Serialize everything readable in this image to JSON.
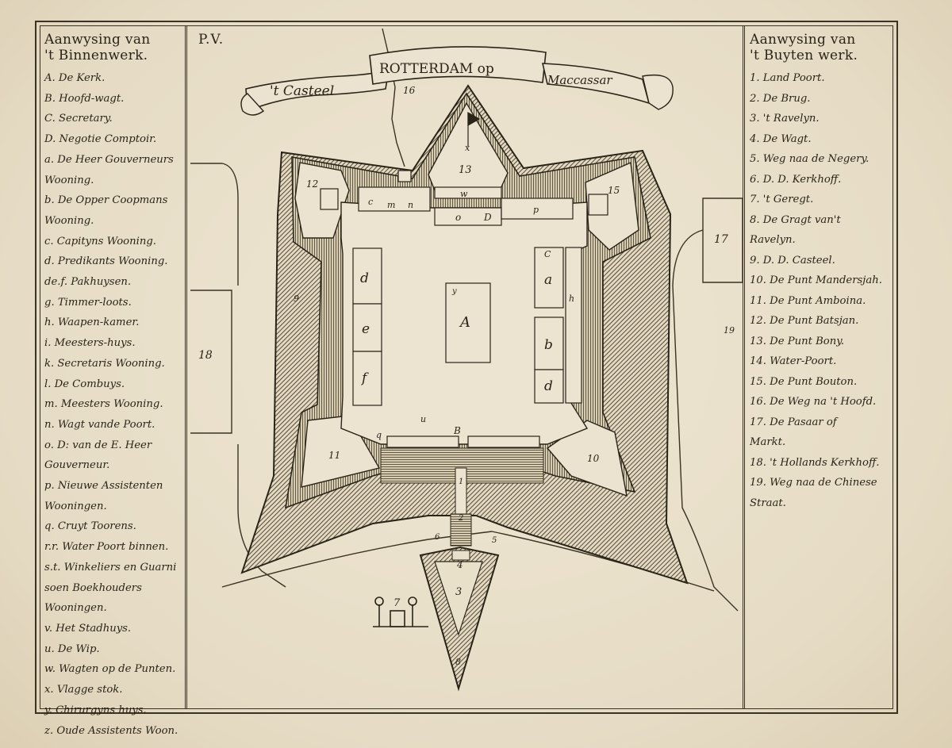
{
  "plate_number": "P.V.",
  "title": {
    "left": "'t Casteel",
    "center": "ROTTERDAM op",
    "right": "Maccassar"
  },
  "left_legend": {
    "heading_line1": "Aanwysing van",
    "heading_line2": "'t Binnenwerk.",
    "items": [
      "A. De Kerk.",
      "B. Hoofd-wagt.",
      "C. Secretary.",
      "D. Negotie Comptoir.",
      "a. De Heer Gouverneurs",
      "Wooning.",
      "b. De Opper Coopmans",
      "Wooning.",
      "c. Capityns Wooning.",
      "d. Predikants Wooning.",
      "de.f. Pakhuysen.",
      "g. Timmer-loots.",
      "h. Waapen-kamer.",
      "i. Meesters-huys.",
      "k. Secretaris Wooning.",
      "l. De Combuys.",
      "m. Meesters Wooning.",
      "n. Wagt vande Poort.",
      "o. D: van de E. Heer",
      "Gouverneur.",
      "p. Nieuwe Assistenten",
      "Wooningen.",
      "q. Cruyt Toorens.",
      "r.r. Water Poort binnen.",
      "s.t. Winkeliers en Guarni",
      "soen Boekhouders",
      "Wooningen.",
      "v. Het Stadhuys.",
      "u. De Wip.",
      "w. Wagten op de Punten.",
      "x. Vlagge stok.",
      "y. Chirurgyns huys.",
      "z. Oude Assistents Woon."
    ]
  },
  "right_legend": {
    "heading_line1": "Aanwysing van",
    "heading_line2": "'t Buyten werk.",
    "items": [
      "1. Land Poort.",
      "2. De Brug.",
      "3. 't Ravelyn.",
      "4. De Wagt.",
      "5. Weg naa de Negery.",
      "6. D. D. Kerkhoff.",
      "7. 't Geregt.",
      "8. De Gragt van't",
      "Ravelyn.",
      "9. D. D. Casteel.",
      "10. De Punt Mandersjah.",
      "11. De Punt Amboina.",
      "12. De Punt Batsjan.",
      "13. De Punt Bony.",
      "14. Water-Poort.",
      "15. De Punt Bouton.",
      "16. De Weg na 't Hoofd.",
      "17. De Pasaar of",
      "Markt.",
      "18. 't Hollands Kerkhoff.",
      "19. Weg naa de Chinese",
      "Straat."
    ]
  },
  "map_labels": {
    "A": "A",
    "B": "B",
    "C": "C",
    "D": "D",
    "a": "a",
    "b": "b",
    "c": "c",
    "d": "d",
    "e": "e",
    "f": "f",
    "h": "h",
    "m": "m",
    "n": "n",
    "o": "o",
    "p": "p",
    "q": "q",
    "u": "u",
    "w": "w",
    "x": "x",
    "y": "y",
    "n1": "1",
    "n2": "2",
    "n3": "3",
    "n4": "4",
    "n5": "5",
    "n6": "6",
    "n7": "7",
    "n8": "8",
    "n9": "9",
    "n10": "10",
    "n11": "11",
    "n12": "12",
    "n13": "13",
    "n15": "15",
    "n16": "16",
    "n17": "17",
    "n18": "18",
    "n19": "19"
  },
  "colors": {
    "ink": "#2a2418",
    "paper": "#ebe3cf",
    "hatch": "#3a3222"
  }
}
